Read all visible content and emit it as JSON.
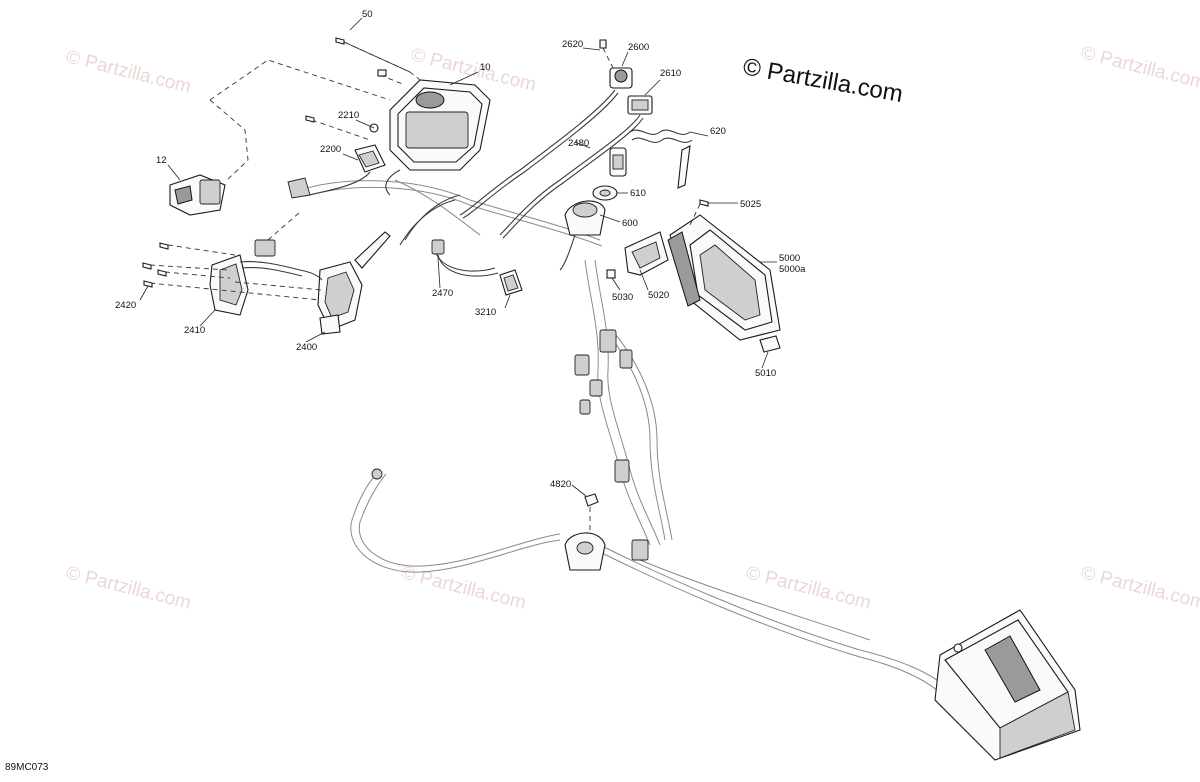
{
  "diagram": {
    "watermark_text": "© Partzilla.com",
    "copyright_text": "© Partzilla.com",
    "diagram_code": "89MC073",
    "callouts": [
      {
        "id": "c50",
        "label": "50"
      },
      {
        "id": "c10",
        "label": "10"
      },
      {
        "id": "c2210",
        "label": "2210"
      },
      {
        "id": "c2200",
        "label": "2200"
      },
      {
        "id": "c12",
        "label": "12"
      },
      {
        "id": "c2620",
        "label": "2620"
      },
      {
        "id": "c2600",
        "label": "2600"
      },
      {
        "id": "c2610",
        "label": "2610"
      },
      {
        "id": "c620",
        "label": "620"
      },
      {
        "id": "c2480",
        "label": "2480"
      },
      {
        "id": "c610",
        "label": "610"
      },
      {
        "id": "c600",
        "label": "600"
      },
      {
        "id": "c5025",
        "label": "5025"
      },
      {
        "id": "c5000",
        "label": "5000"
      },
      {
        "id": "c5000a",
        "label": "5000a"
      },
      {
        "id": "c5020",
        "label": "5020"
      },
      {
        "id": "c5030",
        "label": "5030"
      },
      {
        "id": "c5010",
        "label": "5010"
      },
      {
        "id": "c2470",
        "label": "2470"
      },
      {
        "id": "c3210",
        "label": "3210"
      },
      {
        "id": "c2420",
        "label": "2420"
      },
      {
        "id": "c2410",
        "label": "2410"
      },
      {
        "id": "c2400",
        "label": "2400"
      },
      {
        "id": "c4820",
        "label": "4820"
      }
    ]
  }
}
